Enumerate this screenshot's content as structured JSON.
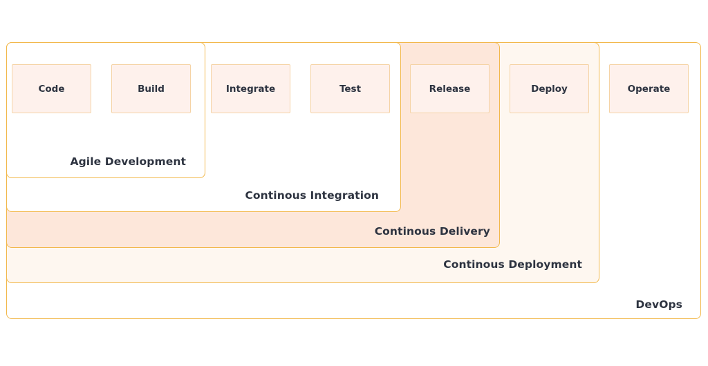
{
  "diagram": {
    "steps": [
      {
        "label": "Code"
      },
      {
        "label": "Build"
      },
      {
        "label": "Integrate"
      },
      {
        "label": "Test"
      },
      {
        "label": "Release"
      },
      {
        "label": "Deploy"
      },
      {
        "label": "Operate"
      }
    ],
    "regions": {
      "agile": {
        "label": "Agile Development"
      },
      "integration": {
        "label": "Continous Integration"
      },
      "delivery": {
        "label": "Continous Delivery"
      },
      "deployment": {
        "label": "Continous Deployment"
      },
      "devops": {
        "label": "DevOps"
      }
    },
    "colors": {
      "border": "#f2b84b",
      "step_fill": "#fef1ec",
      "delivery_fill": "#fde7da",
      "deployment_fill": "#fef7f0",
      "text": "#2d3340"
    }
  }
}
